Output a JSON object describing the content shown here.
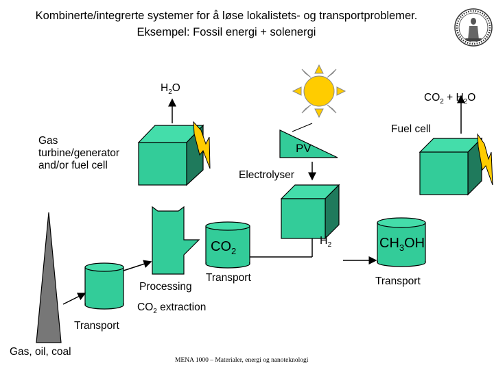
{
  "header": {
    "title_line1": "Kombinerte/integrerte systemer for å løse lokalistets- og transportproblemer.",
    "title_line2": "Eksempel: Fossil energi + solenergi"
  },
  "logo": {
    "icon": "university-seal-icon"
  },
  "labels": {
    "h2o": {
      "main": "H",
      "sub": "2",
      "tail": "O"
    },
    "co2_h2o": {
      "a": "CO",
      "sub1": "2",
      "b": " + H",
      "sub2": "2",
      "c": "O"
    },
    "fuel_cell": "Fuel cell",
    "gas_turbine_line1": "Gas",
    "gas_turbine_line2": "turbine/generator",
    "gas_turbine_line3": "and/or fuel cell",
    "pv": "PV",
    "electrolyser": "Electrolyser",
    "co2_tank": {
      "main": "CO",
      "sub": "2"
    },
    "h2": {
      "main": "H",
      "sub": "2"
    },
    "ch3oh": {
      "a": "CH",
      "sub": "3",
      "b": "OH"
    },
    "transport_mid": "Transport",
    "transport_right": "Transport",
    "processing": "Processing",
    "co2_extraction": {
      "a": "CO",
      "sub": "2",
      "b": " extraction"
    },
    "transport_left": "Transport",
    "gas_oil_coal": "Gas, oil, coal"
  },
  "footer": {
    "text": "MENA 1000 – Materialer, energi og nanoteknologi"
  },
  "colors": {
    "box_front": "#33cc99",
    "box_top": "#44ddaa",
    "box_side": "#1f7a5c",
    "lightning": "#ffcc00",
    "sun": "#ffcc00",
    "ray": "#ffcc00",
    "cone": "#777777",
    "line": "#000000"
  }
}
